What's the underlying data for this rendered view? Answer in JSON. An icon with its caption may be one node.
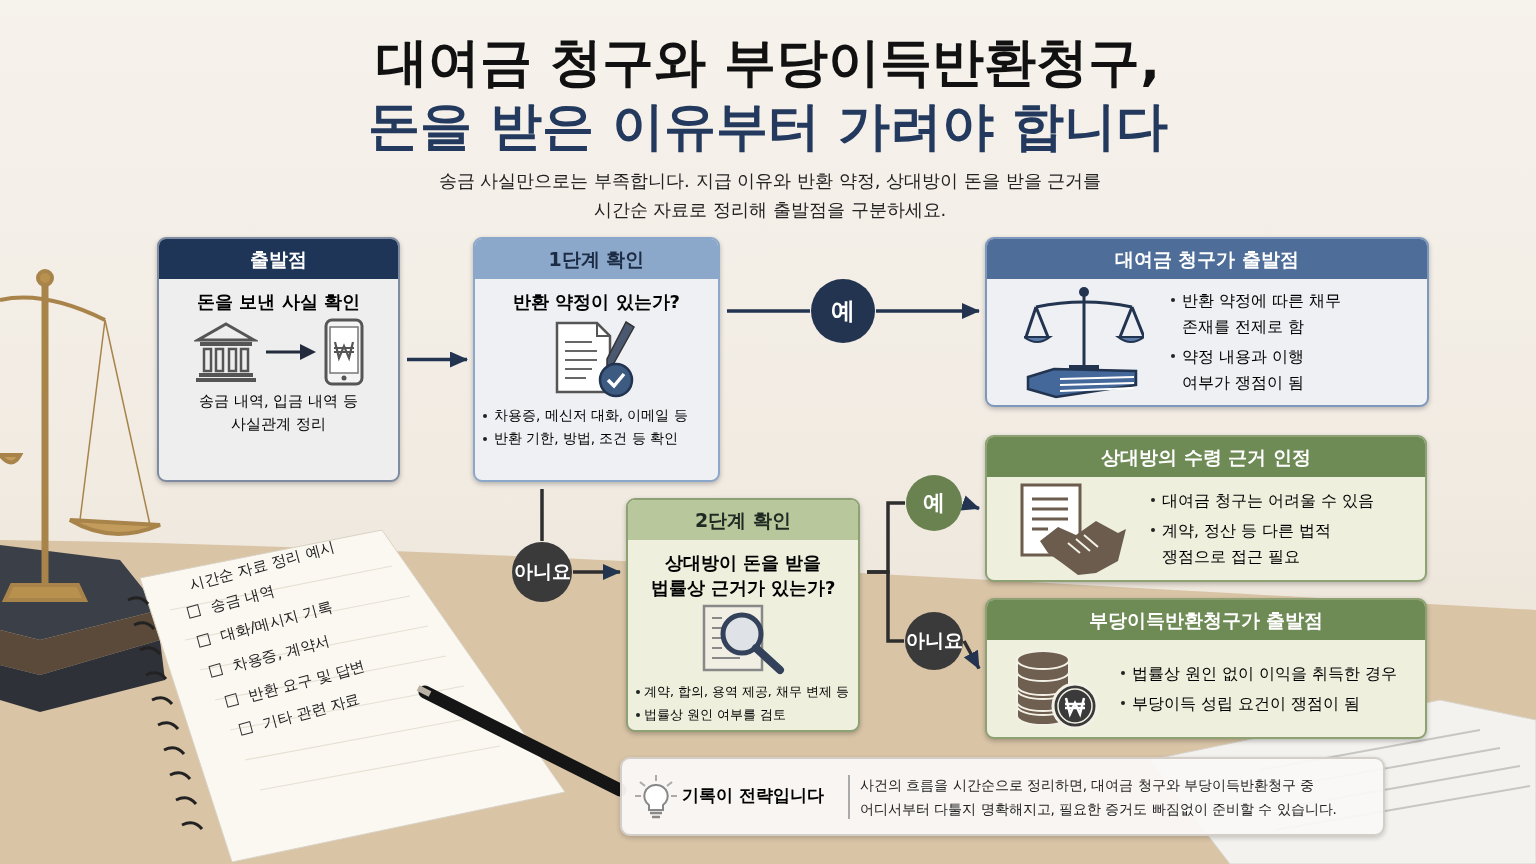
{
  "diagram": {
    "title": "대여금 청구와 부당이득반환청구, 돈을 받은 이유부터 가려야 합니다",
    "nodes": [
      {
        "text": [
          "출발점",
          "돈을 보낸 사실 확인",
          "송금 내역, 입금 내역 등 사실관계 정리"
        ]
      },
      {
        "text": [
          "1단계 확인",
          "반환 약정이 있는가?",
          "차용증, 메신저 대화, 이메일 등",
          "반환 기한, 방법, 조건 등 확인"
        ]
      },
      {
        "text": [
          "예"
        ]
      },
      {
        "text": [
          "대여금 청구가 출발점",
          "반환 약정에 따른 채무 존재를 전제로 함",
          "약정 내용과 이행 여부가 쟁점이 됨"
        ]
      },
      {
        "text": [
          "아니요"
        ]
      },
      {
        "text": [
          "2단계 확인",
          "상대방이 돈을 받을 법률상 근거가 있는가?",
          "계약, 합의, 용역 제공, 채무 변제 등",
          "법률상 원인 여부를 검토"
        ]
      },
      {
        "text": [
          "예"
        ]
      },
      {
        "text": [
          "상대방의 수령 근거 인정",
          "대여금 청구는 어려울 수 있음",
          "계약, 정산 등 다른 법적 쟁점으로 접근 필요"
        ]
      },
      {
        "text": [
          "아니요"
        ]
      },
      {
        "text": [
          "부당이득반환청구가 출발점",
          "법률상 원인 없이 이익을 취득한 경우",
          "부당이득 성립 요건이 쟁점이 됨"
        ]
      },
      {
        "text": [
          "기록이 전략입니다",
          "사건의 흐름을 시간순으로 정리하면, 대여금 청구와 부당이득반환청구 중 어디서부터 다툴지 명확해지고, 필요한 증거도 빠짐없이 준비할 수 있습니다."
        ]
      }
    ],
    "edges": [
      {
        "from": 0,
        "to": 1,
        "arrow": "to"
      },
      {
        "from": 1,
        "to": 2,
        "arrow": "none"
      },
      {
        "from": 2,
        "to": 3,
        "arrow": "to"
      },
      {
        "from": 1,
        "to": 4,
        "arrow": "none"
      },
      {
        "from": 4,
        "to": 5,
        "arrow": "to"
      },
      {
        "from": 5,
        "to": 6,
        "arrow": "none"
      },
      {
        "from": 6,
        "to": 7,
        "arrow": "to"
      },
      {
        "from": 5,
        "to": 8,
        "arrow": "none"
      },
      {
        "from": 8,
        "to": 9,
        "arrow": "to"
      }
    ],
    "labels": [
      "송금 사실만으로는 부족합니다. 지급 이유와 반환 약정, 상대방이 돈을 받을 근거를 시간순 자료로 정리해 출발점을 구분하세요.",
      "시간순 자료 정리 예시",
      "송금 내역",
      "대화/메시지 기록",
      "차용증, 계약서",
      "반환 요구 및 답변",
      "기타 관련 자료"
    ]
  }
}
